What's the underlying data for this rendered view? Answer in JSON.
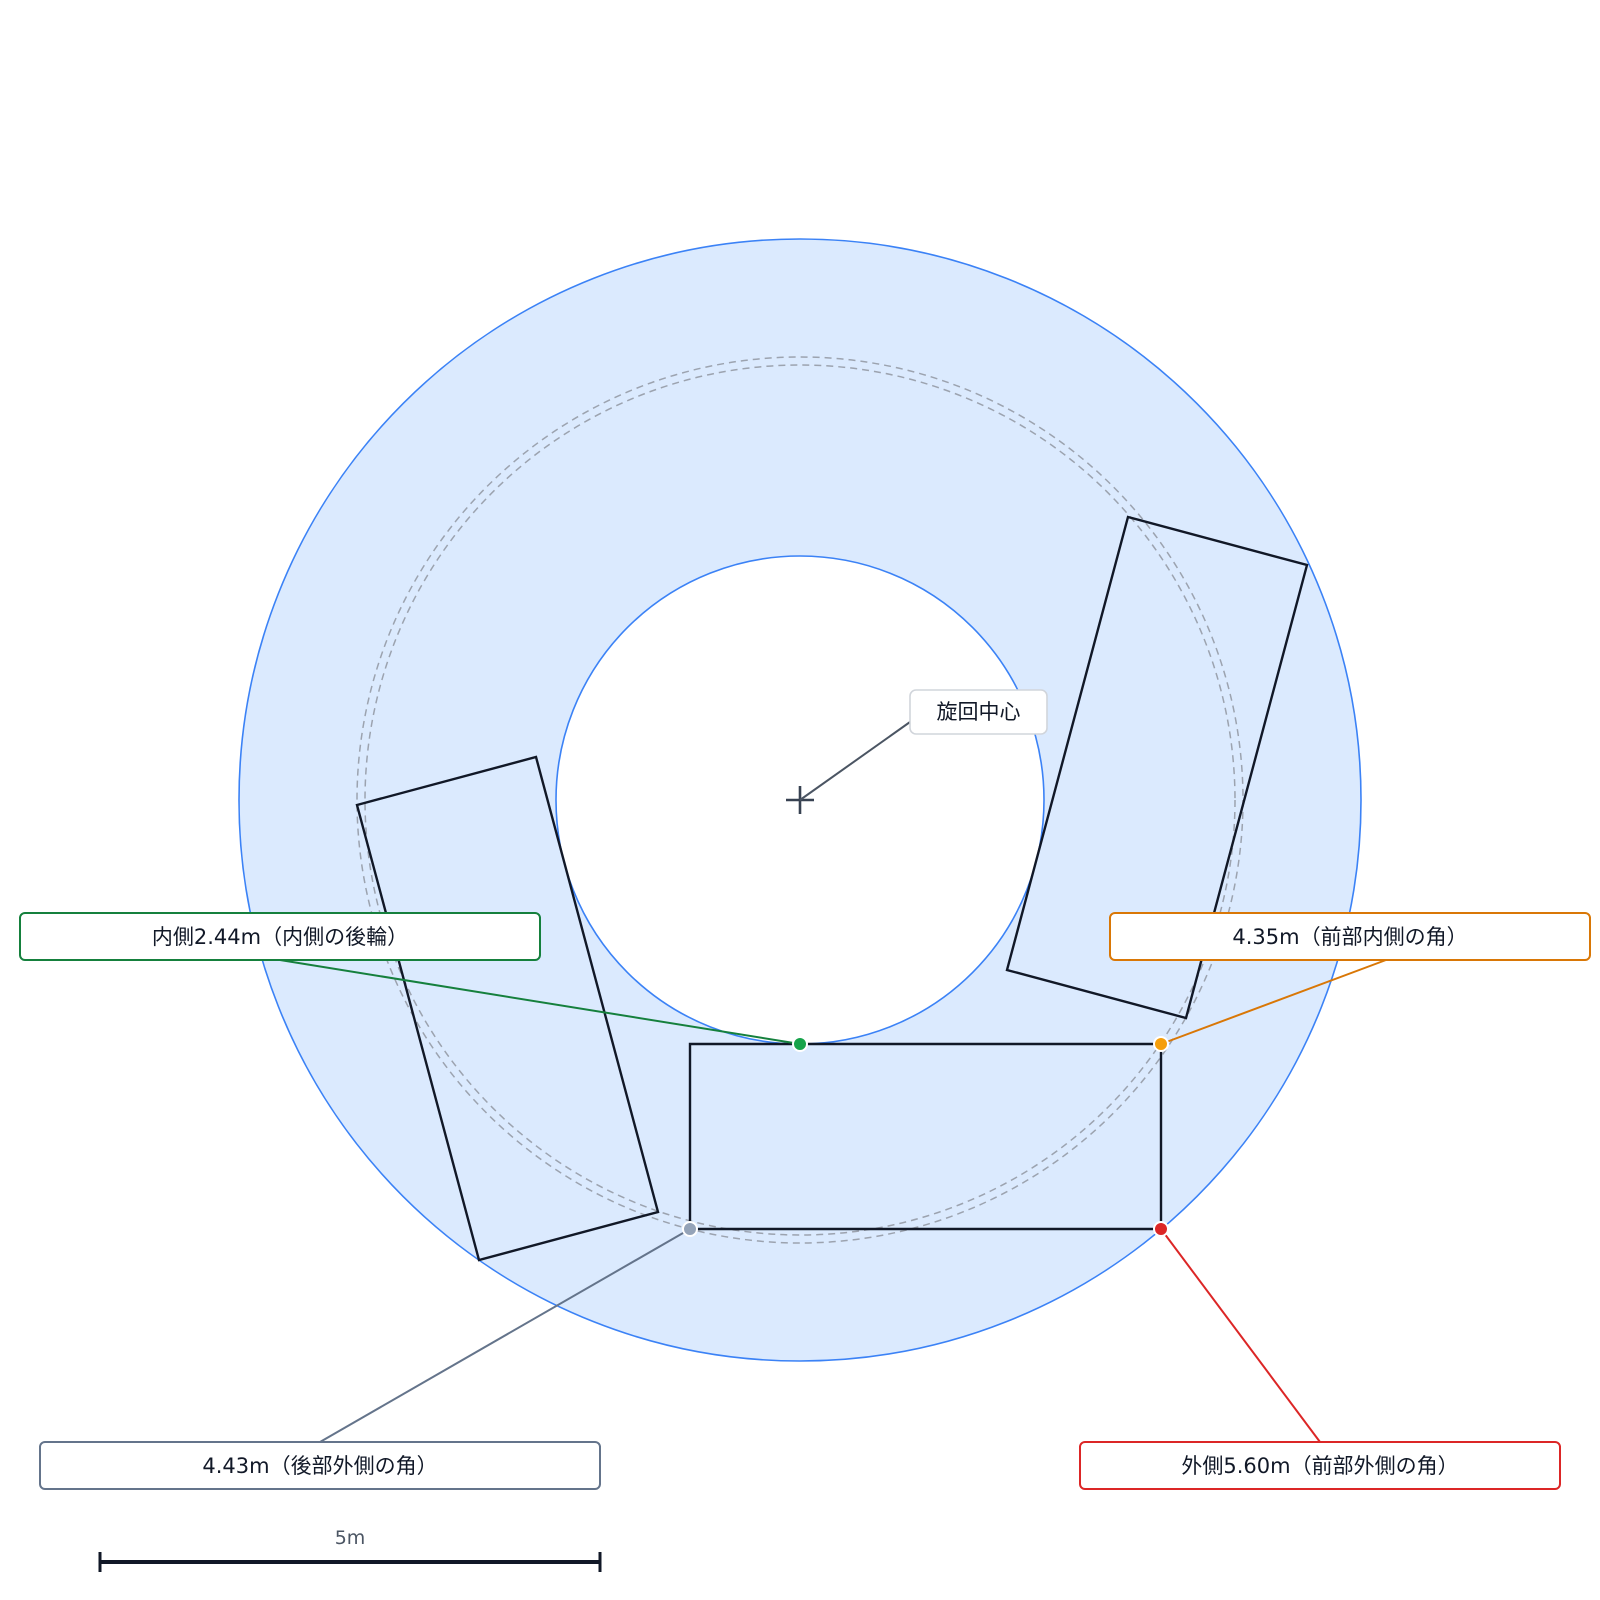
{
  "diagram": {
    "center_label": "旋回中心",
    "callouts": {
      "inner_rear_wheel": {
        "text": "内側2.44m（内側の後輪）",
        "radius_m": 2.44,
        "color": "#15803d",
        "dot": "#16a34a"
      },
      "front_inner_corner": {
        "text": "4.35m（前部内側の角）",
        "radius_m": 4.35,
        "color": "#d97706",
        "dot": "#f59e0b"
      },
      "rear_outer_corner": {
        "text": "4.43m（後部外側の角）",
        "radius_m": 4.43,
        "color": "#64748b",
        "dot": "#94a3b8"
      },
      "front_outer_corner": {
        "text": "外側5.60m（前部外側の角）",
        "radius_m": 5.6,
        "color": "#dc2626",
        "dot": "#dc2626"
      }
    },
    "scale_bar": {
      "label": "5m",
      "length_m": 5
    },
    "colors": {
      "sweep_fill": "#dbeafe",
      "sweep_stroke": "#3b82f6",
      "vehicle_stroke": "#111827",
      "dashed_circle": "#9ca3af"
    }
  }
}
